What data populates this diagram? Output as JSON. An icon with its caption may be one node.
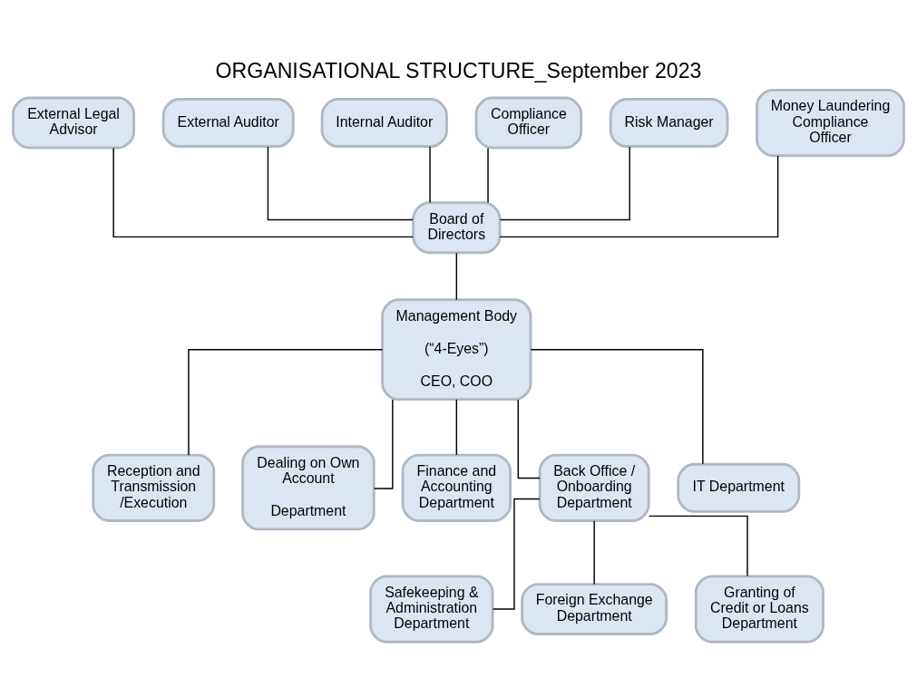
{
  "diagram": {
    "title": "ORGANISATIONAL STRUCTURE_September 2023",
    "nodes": [
      {
        "text": [
          "External Legal Advisor"
        ]
      },
      {
        "text": [
          "External Auditor"
        ]
      },
      {
        "text": [
          "Internal Auditor"
        ]
      },
      {
        "text": [
          "Compliance Officer"
        ]
      },
      {
        "text": [
          "Risk Manager"
        ]
      },
      {
        "text": [
          "Money Laundering Compliance Officer"
        ]
      },
      {
        "text": [
          "Board of Directors"
        ]
      },
      {
        "text": [
          "Management Body",
          "(“4-Eyes”)",
          "CEO, COO"
        ]
      },
      {
        "text": [
          "Reception and Transmission /Execution"
        ]
      },
      {
        "text": [
          "Dealing on Own Account",
          "Department"
        ]
      },
      {
        "text": [
          "Finance and Accounting Department"
        ]
      },
      {
        "text": [
          "Back Office / Onboarding Department"
        ]
      },
      {
        "text": [
          "IT Department"
        ]
      },
      {
        "text": [
          "Safekeeping & Administration Department"
        ]
      },
      {
        "text": [
          "Foreign Exchange Department"
        ]
      },
      {
        "text": [
          "Granting of Credit or Loans Department"
        ]
      }
    ],
    "edges": [
      {
        "from": 0,
        "to": 6,
        "arrow": "none"
      },
      {
        "from": 1,
        "to": 6,
        "arrow": "none"
      },
      {
        "from": 2,
        "to": 6,
        "arrow": "none"
      },
      {
        "from": 3,
        "to": 6,
        "arrow": "none"
      },
      {
        "from": 4,
        "to": 6,
        "arrow": "none"
      },
      {
        "from": 5,
        "to": 6,
        "arrow": "none"
      },
      {
        "from": 6,
        "to": 7,
        "arrow": "none"
      },
      {
        "from": 7,
        "to": 8,
        "arrow": "none"
      },
      {
        "from": 7,
        "to": 9,
        "arrow": "none"
      },
      {
        "from": 7,
        "to": 10,
        "arrow": "none"
      },
      {
        "from": 7,
        "to": 11,
        "arrow": "none"
      },
      {
        "from": 7,
        "to": 12,
        "arrow": "none"
      },
      {
        "from": 11,
        "to": 13,
        "arrow": "none"
      },
      {
        "from": 11,
        "to": 14,
        "arrow": "none"
      },
      {
        "from": 11,
        "to": 15,
        "arrow": "none"
      }
    ]
  }
}
